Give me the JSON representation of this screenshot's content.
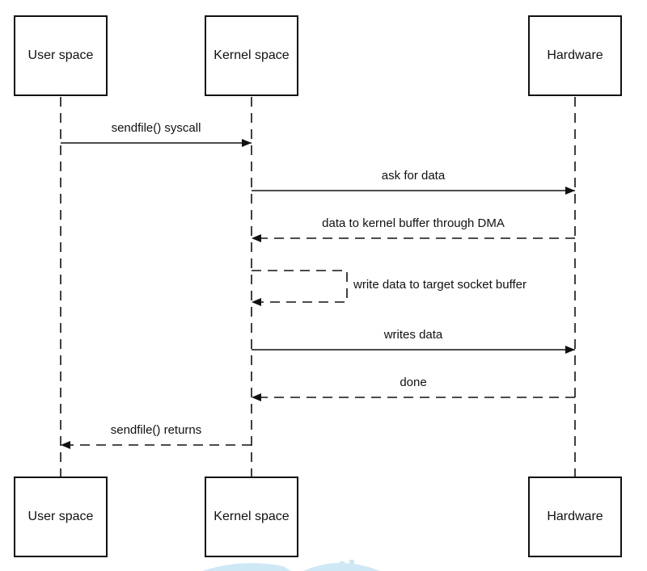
{
  "participants": {
    "user": "User space",
    "kernel": "Kernel space",
    "hardware": "Hardware"
  },
  "messages": {
    "m1": "sendfile() syscall",
    "m2": "ask for data",
    "m3": "data to kernel buffer through DMA",
    "m4": "write data to target socket buffer",
    "m5": "writes data",
    "m6": "done",
    "m7": "sendfile() returns"
  },
  "colors": {
    "line": "#111111",
    "watermark": "#cfe8f5"
  }
}
